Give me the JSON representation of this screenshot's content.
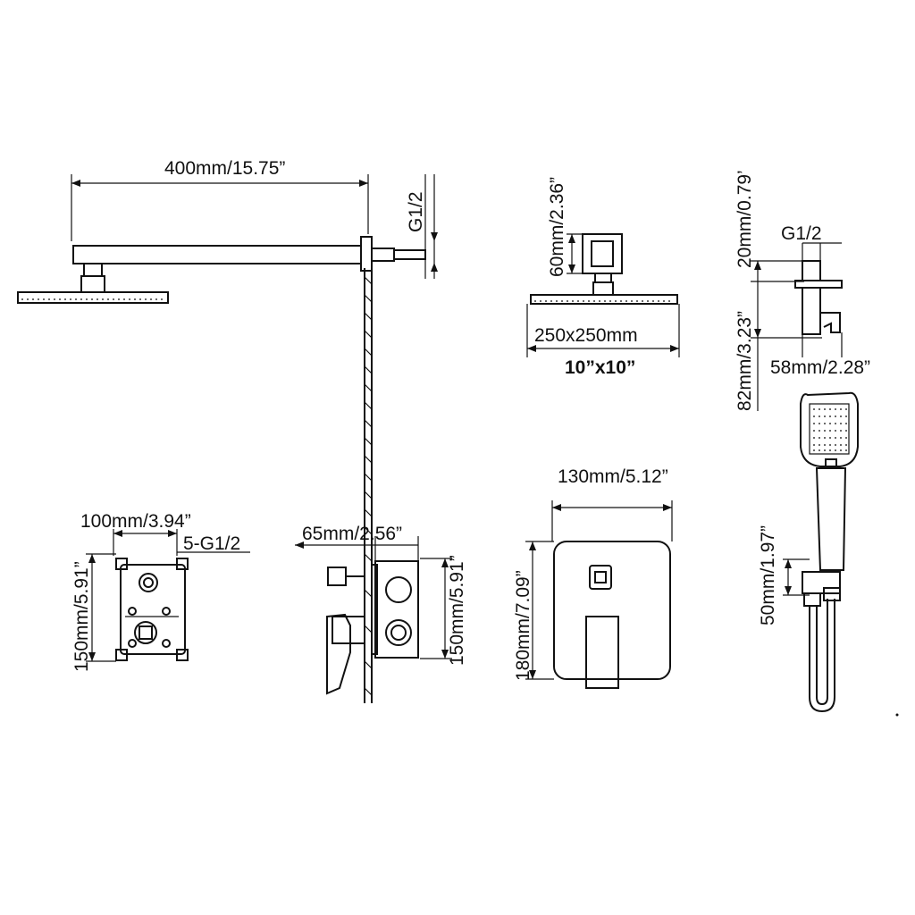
{
  "dimensions": {
    "arm_length": "400mm/15.75”",
    "arm_thread": "G1/2",
    "valve_body_width": "100mm/3.94”",
    "valve_body_ports": "5-G1/2",
    "valve_body_height_front": "150mm/5.91”",
    "valve_depth": "65mm/2.56”",
    "valve_body_height_side": "150mm/5.91”",
    "head_height": "60mm/2.36”",
    "head_size_mm": "250x250mm",
    "head_size_in": "10”x10”",
    "plate_width": "130mm/5.12”",
    "plate_height": "180mm/7.09”",
    "outlet_top": "20mm/0.79’",
    "outlet_thread": "G1/2",
    "outlet_height": "82mm/3.23”",
    "outlet_depth": "58mm/2.28”",
    "handheld_holder": "50mm/1.97”"
  }
}
